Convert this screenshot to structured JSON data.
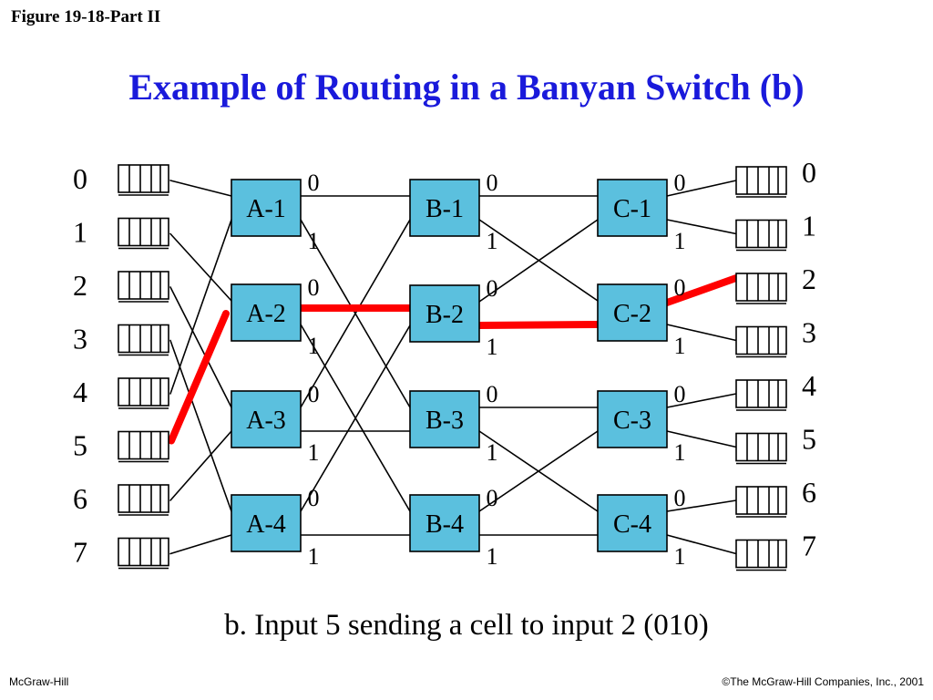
{
  "figure_label": "Figure 19-18-Part II",
  "title": "Example of Routing in a Banyan Switch (b)",
  "caption": "b. Input 5 sending a cell to input 2 (010)",
  "footer": {
    "left": "McGraw-Hill",
    "right": "©The McGraw-Hill Companies, Inc., 2001"
  },
  "colors": {
    "switch_fill": "#5bc0de",
    "path_highlight": "#ff0000",
    "title": "#1a1adb"
  },
  "inputs": [
    "0",
    "1",
    "2",
    "3",
    "4",
    "5",
    "6",
    "7"
  ],
  "outputs": [
    "0",
    "1",
    "2",
    "3",
    "4",
    "5",
    "6",
    "7"
  ],
  "stages": [
    {
      "name": "A",
      "switches": [
        "A-1",
        "A-2",
        "A-3",
        "A-4"
      ]
    },
    {
      "name": "B",
      "switches": [
        "B-1",
        "B-2",
        "B-3",
        "B-4"
      ]
    },
    {
      "name": "C",
      "switches": [
        "C-1",
        "C-2",
        "C-3",
        "C-4"
      ]
    }
  ],
  "port_labels": {
    "upper": "0",
    "lower": "1"
  },
  "highlighted_path": [
    "input 5",
    "A-2",
    "B-2",
    "C-2",
    "output 2"
  ]
}
